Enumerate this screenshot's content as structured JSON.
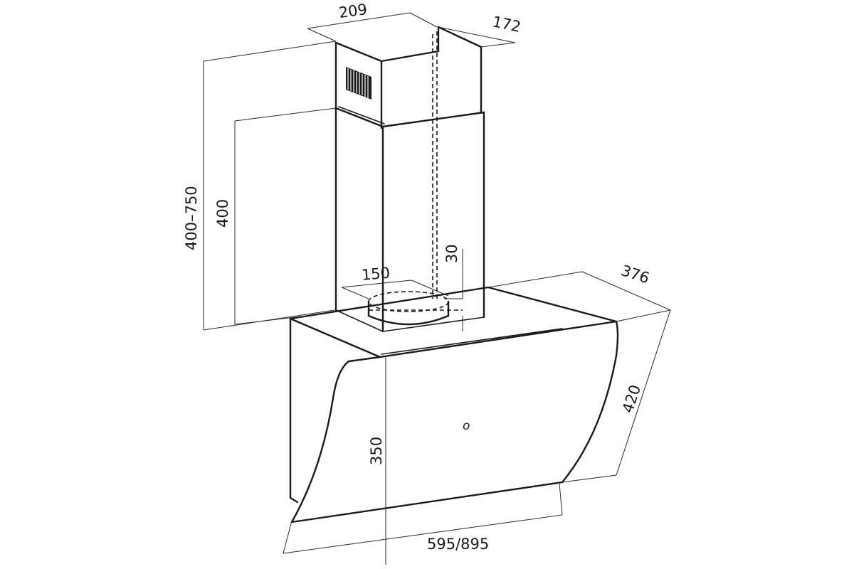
{
  "diagram": {
    "dimensions": {
      "chimney_width": "209",
      "chimney_depth": "172",
      "total_height": "400–750",
      "chimney_height": "400",
      "outlet_offset": "30",
      "outlet_diameter": "150",
      "hood_depth": "376",
      "glass_height": "420",
      "body_height": "350",
      "hood_width": "595/895"
    },
    "panel_symbol": "o"
  }
}
